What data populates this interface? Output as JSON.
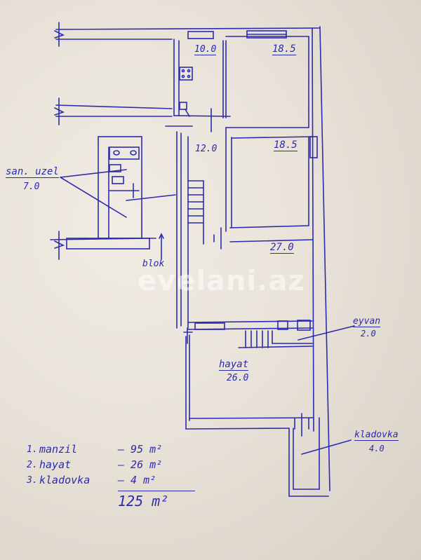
{
  "watermark": "evelani.az",
  "rooms": [
    {
      "id": "kitchen",
      "area": "10.0"
    },
    {
      "id": "room-top-right",
      "area": "18.5"
    },
    {
      "id": "corridor",
      "area": "12.0"
    },
    {
      "id": "room-middle-right",
      "area": "18.5"
    },
    {
      "id": "living-room",
      "area": "27.0"
    }
  ],
  "callouts": {
    "san_uzel": {
      "label": "san. uzel",
      "area": "7.0"
    },
    "blok": {
      "label": "blok"
    },
    "eyvan": {
      "label": "eyvan",
      "area": "2.0"
    },
    "hayat": {
      "label": "hayat",
      "area": "26.0"
    },
    "kladovka": {
      "label": "kladovka",
      "area": "4.0"
    }
  },
  "summary": {
    "rows": [
      {
        "num": "1.",
        "name": "manzil",
        "value": "– 95 m²"
      },
      {
        "num": "2.",
        "name": "hayat",
        "value": "– 26 m²"
      },
      {
        "num": "3.",
        "name": "kladovka",
        "value": "– 4 m²"
      }
    ],
    "total": "125 m²"
  },
  "colors": {
    "ink": "#2b2bb0",
    "paper": "#ece6dc"
  }
}
